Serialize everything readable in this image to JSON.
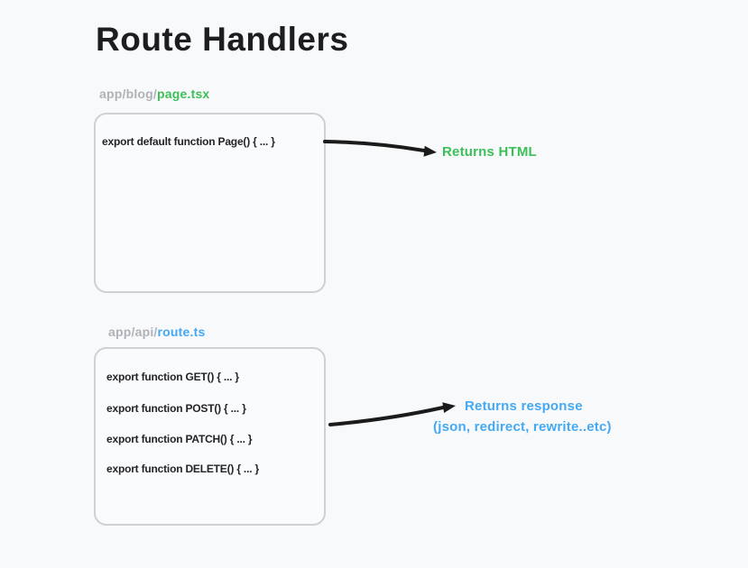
{
  "title": "Route Handlers",
  "colors": {
    "background": "#f8f9fa",
    "title_text": "#1d1d1f",
    "code_text": "#242426",
    "path_gray": "#b1b2b8",
    "green_accent": "#3cbf58",
    "blue_accent": "#45a9f3",
    "box_border": "#cfd0d4",
    "arrow_black": "#1b1b1b"
  },
  "sections": [
    {
      "path": "app/blog/",
      "file": "page.tsx",
      "code": [
        "export default function Page() { ... }"
      ],
      "annotation": [
        "Returns HTML"
      ]
    },
    {
      "path": "app/api/",
      "file": "route.ts",
      "code": [
        "export function GET() { ... }",
        "export function POST() { ... }",
        "export function PATCH() { ... }",
        "export function DELETE() { ... }"
      ],
      "annotation": [
        "Returns response",
        "(json, redirect, rewrite..etc)"
      ]
    }
  ]
}
